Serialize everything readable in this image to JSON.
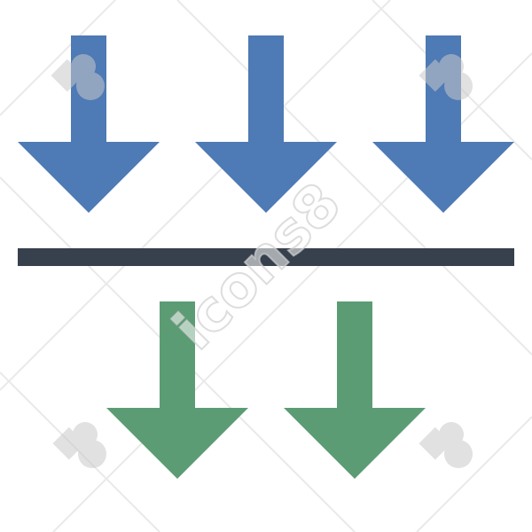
{
  "icon": {
    "name": "move-down",
    "colors": {
      "top_arrows": "#4e7ab5",
      "bottom_arrows": "#5c9c74",
      "separator": "#37414d",
      "background": "#ffffff",
      "watermark": "#d9d9d9"
    },
    "top_arrow_count": 3,
    "bottom_arrow_count": 2
  },
  "watermark": {
    "text": "icons8",
    "logo": "icons8-logo"
  }
}
